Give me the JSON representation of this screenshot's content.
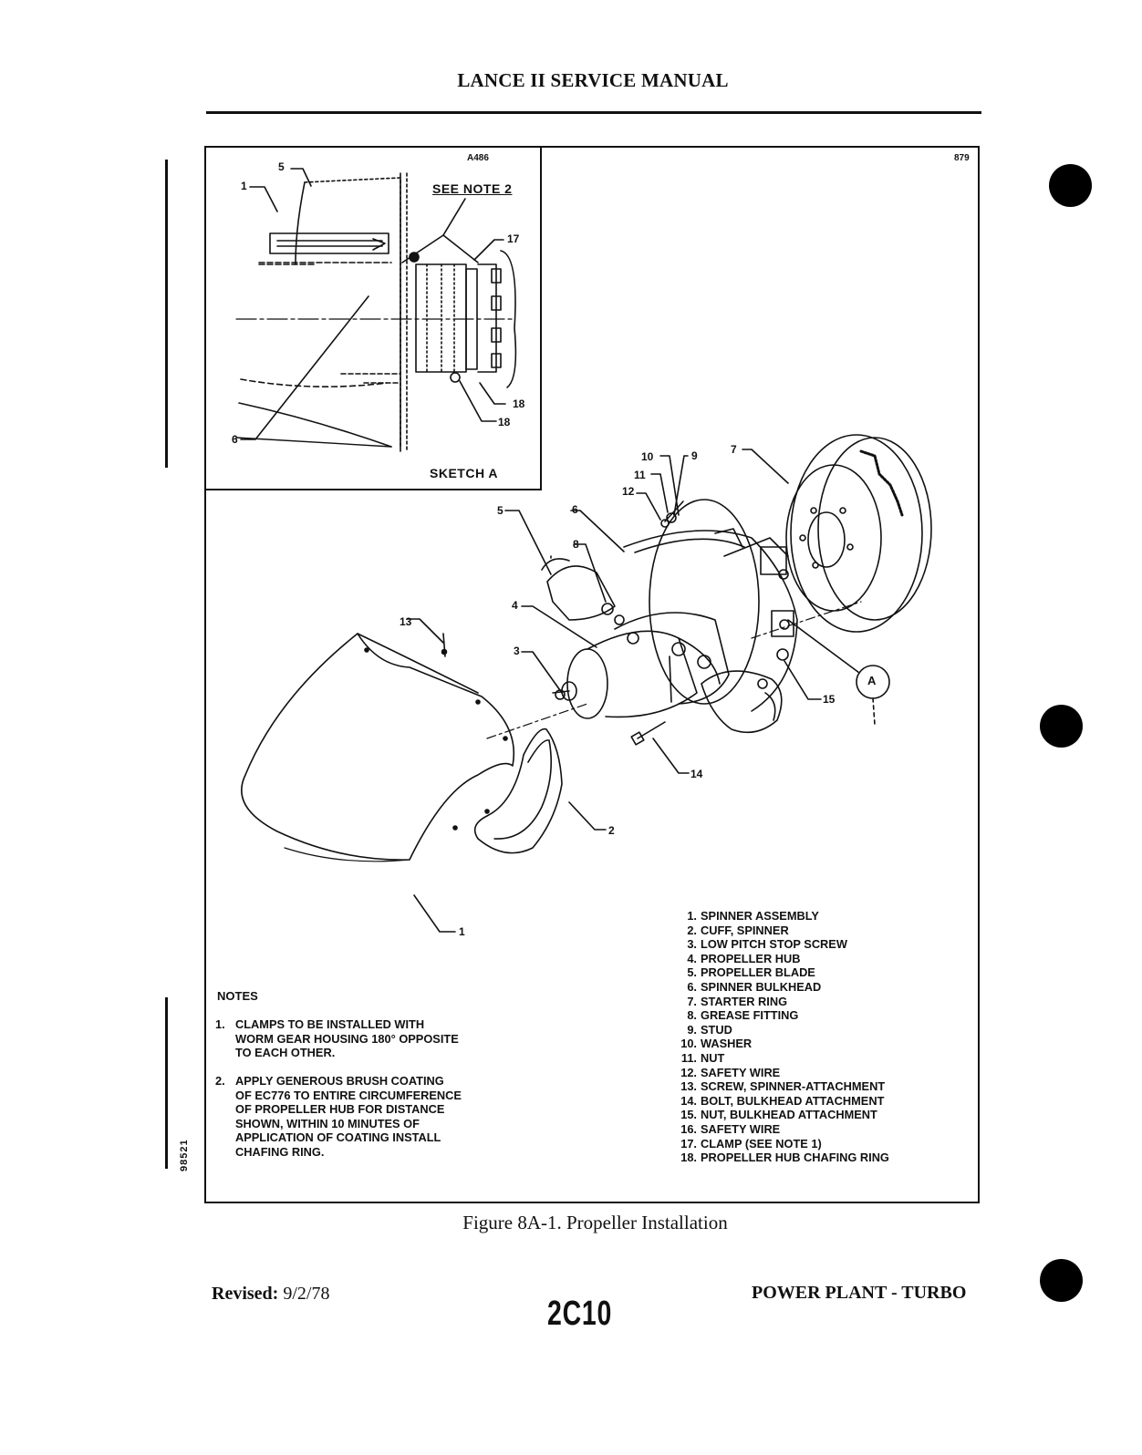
{
  "header": {
    "title": "LANCE II SERVICE MANUAL"
  },
  "figure": {
    "id_left": "A486",
    "id_right": "879",
    "sketch_label": "SKETCH A",
    "see_note": "SEE NOTE  2",
    "detail_ref": "A",
    "caption": "Figure 8A-1.  Propeller Installation",
    "sketch_callouts": [
      "5",
      "1",
      "17",
      "18",
      "18",
      "6"
    ],
    "main_callouts": [
      "10",
      "9",
      "11",
      "12",
      "7",
      "5",
      "6",
      "8",
      "4",
      "13",
      "3",
      "15",
      "14",
      "2",
      "1"
    ]
  },
  "parts": [
    {
      "num": "1.",
      "name": "SPINNER ASSEMBLY"
    },
    {
      "num": "2.",
      "name": "CUFF, SPINNER"
    },
    {
      "num": "3.",
      "name": "LOW PITCH STOP SCREW"
    },
    {
      "num": "4.",
      "name": "PROPELLER HUB"
    },
    {
      "num": "5.",
      "name": "PROPELLER BLADE"
    },
    {
      "num": "6.",
      "name": "SPINNER BULKHEAD"
    },
    {
      "num": "7.",
      "name": "STARTER RING"
    },
    {
      "num": "8.",
      "name": "GREASE FITTING"
    },
    {
      "num": "9.",
      "name": "STUD"
    },
    {
      "num": "10.",
      "name": "WASHER"
    },
    {
      "num": "11.",
      "name": "NUT"
    },
    {
      "num": "12.",
      "name": "SAFETY WIRE"
    },
    {
      "num": "13.",
      "name": "SCREW, SPINNER-ATTACHMENT"
    },
    {
      "num": "14.",
      "name": "BOLT, BULKHEAD ATTACHMENT"
    },
    {
      "num": "15.",
      "name": "NUT, BULKHEAD ATTACHMENT"
    },
    {
      "num": "16.",
      "name": "SAFETY WIRE"
    },
    {
      "num": "17.",
      "name": "CLAMP (SEE NOTE  1)"
    },
    {
      "num": "18.",
      "name": "PROPELLER HUB CHAFING RING"
    }
  ],
  "notes": {
    "heading": "NOTES",
    "items": [
      {
        "num": "1.",
        "text": "CLAMPS TO BE INSTALLED WITH\nWORM GEAR HOUSING 180° OPPOSITE\nTO EACH OTHER."
      },
      {
        "num": "2.",
        "text": "APPLY GENEROUS BRUSH COATING\nOF EC776 TO ENTIRE CIRCUMFERENCE\nOF PROPELLER HUB FOR DISTANCE\nSHOWN, WITHIN 10 MINUTES OF\nAPPLICATION OF COATING INSTALL\nCHAFING RING."
      }
    ]
  },
  "side_code": "98521",
  "footer": {
    "revised_label": "Revised:",
    "revised_date": "9/2/78",
    "page_code": "2C10",
    "section": "POWER PLANT - TURBO"
  }
}
